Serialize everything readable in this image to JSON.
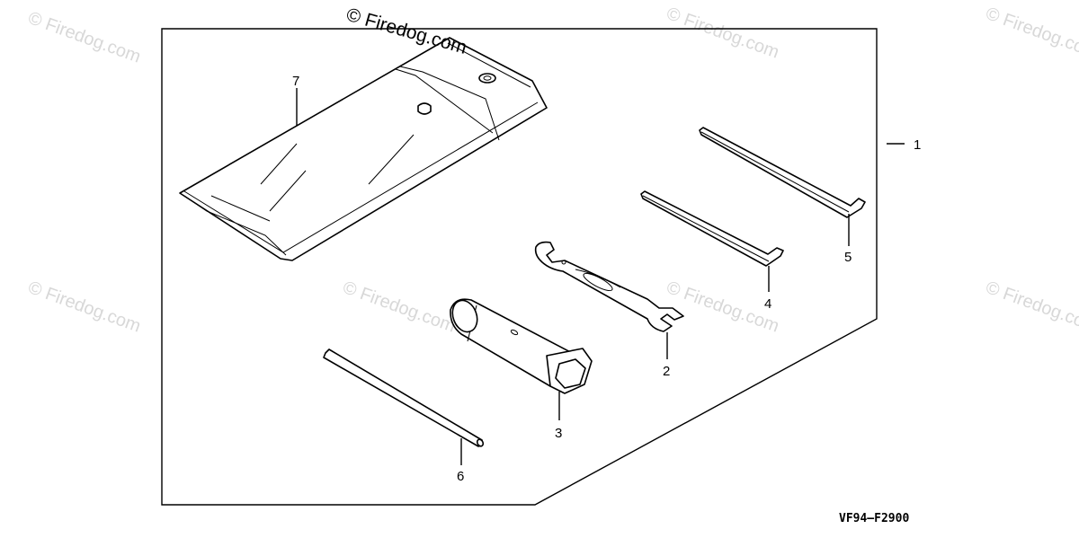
{
  "diagram": {
    "code": "VF94–F2900",
    "callouts": {
      "c1": "1",
      "c2": "2",
      "c3": "3",
      "c4": "4",
      "c5": "5",
      "c6": "6",
      "c7": "7"
    }
  },
  "watermark": {
    "main": "© Firedog.com",
    "tile": "© Firedog.com"
  }
}
